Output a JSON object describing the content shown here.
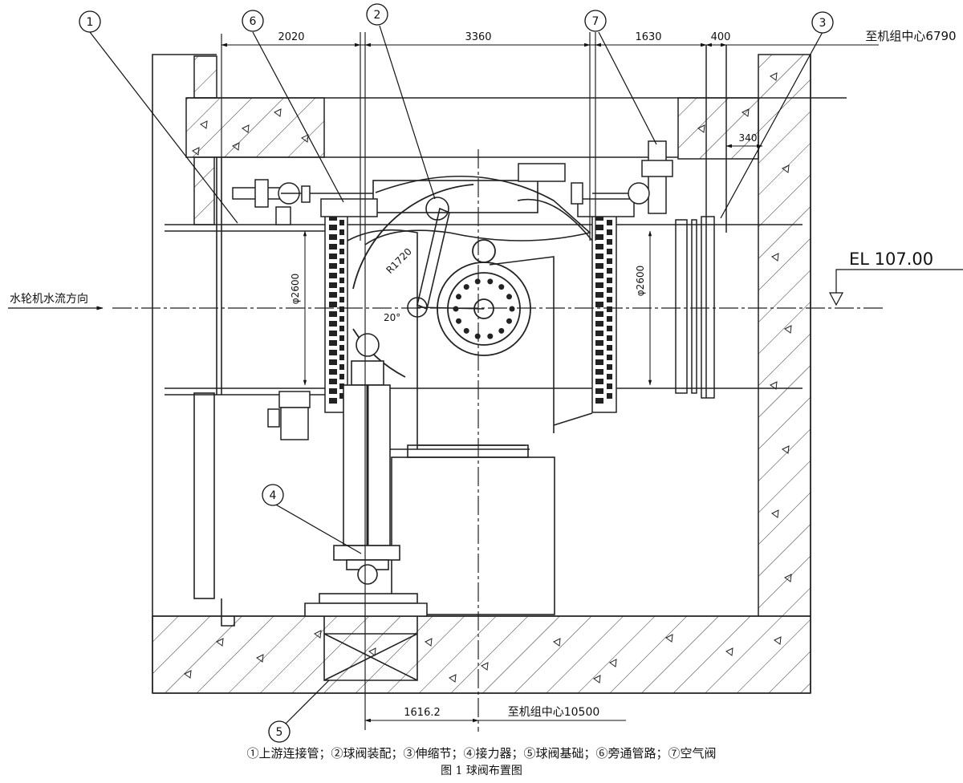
{
  "dimensions": {
    "top": [
      "2020",
      "3360",
      "1630",
      "400"
    ],
    "to_unit_center_top": "至机组中心6790",
    "bypass_offset": "340",
    "pipe_dia_left": "φ2600",
    "pipe_dia_right": "φ2600",
    "radius": "R1720",
    "angle": "20°",
    "bottom": "1616.2",
    "to_unit_center_bottom": "至机组中心10500",
    "elevation": "EL 107.00"
  },
  "flow_direction": "水轮机水流方向",
  "callouts": [
    "1",
    "2",
    "3",
    "4",
    "5",
    "6",
    "7"
  ],
  "legend": "①上游连接管；②球阀装配；③伸缩节；④接力器；⑤球阀基础；⑥旁通管路；⑦空气阀",
  "figure_title": "图 1 球阀布置图",
  "colors": {
    "line": "#1a1a1a",
    "background": "#ffffff"
  }
}
